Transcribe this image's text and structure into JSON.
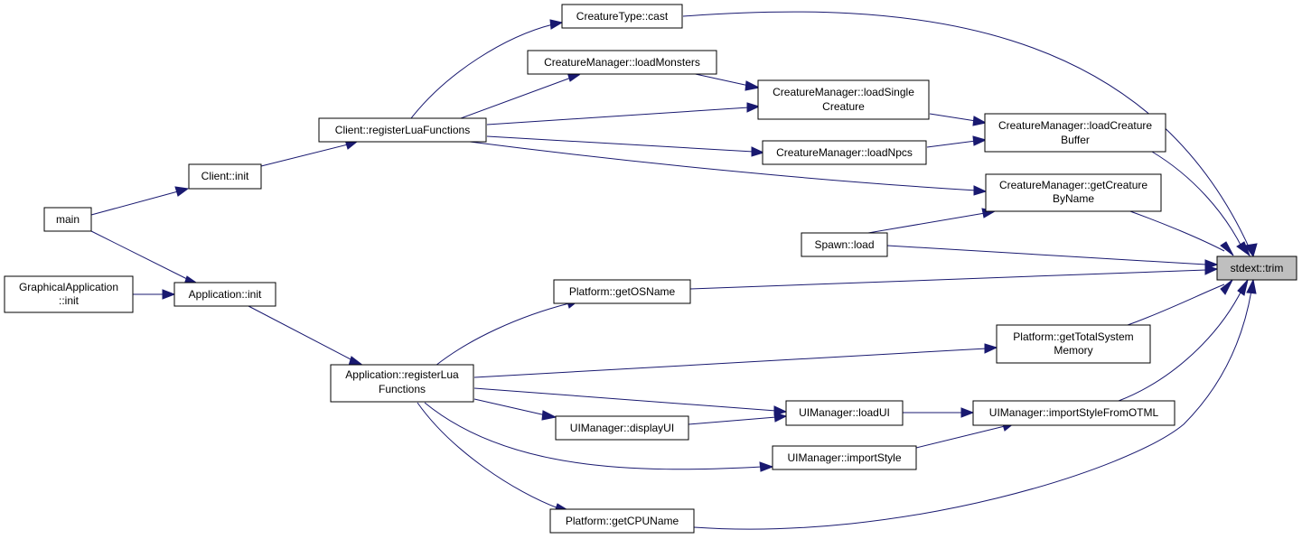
{
  "colors": {
    "edge": "#191970",
    "node_border": "#000000",
    "node_fill": "#ffffff",
    "root_fill": "#bfbfbf"
  },
  "nodes": {
    "stdext_trim": [
      "stdext::trim"
    ],
    "creaturetype_cast": [
      "CreatureType::cast"
    ],
    "creaturemanager_loadmonsters": [
      "CreatureManager::loadMonsters"
    ],
    "creaturemanager_loadsinglecreature": [
      "CreatureManager::loadSingle",
      "Creature"
    ],
    "creaturemanager_loadcreaturebuffer": [
      "CreatureManager::loadCreature",
      "Buffer"
    ],
    "client_registerluafunctions": [
      "Client::registerLuaFunctions"
    ],
    "creaturemanager_loadnpcs": [
      "CreatureManager::loadNpcs"
    ],
    "client_init": [
      "Client::init"
    ],
    "creaturemanager_getcreaturebyname": [
      "CreatureManager::getCreature",
      "ByName"
    ],
    "main": [
      "main"
    ],
    "spawn_load": [
      "Spawn::load"
    ],
    "graphicalapplication_init": [
      "GraphicalApplication",
      "::init"
    ],
    "application_init": [
      "Application::init"
    ],
    "platform_getosname": [
      "Platform::getOSName"
    ],
    "platform_gettotalsystemmemory": [
      "Platform::getTotalSystem",
      "Memory"
    ],
    "application_registerluafunctions": [
      "Application::registerLua",
      "Functions"
    ],
    "uimanager_loadui": [
      "UIManager::loadUI"
    ],
    "uimanager_importstylefromotml": [
      "UIManager::importStyleFromOTML"
    ],
    "uimanager_displayui": [
      "UIManager::displayUI"
    ],
    "uimanager_importstyle": [
      "UIManager::importStyle"
    ],
    "platform_getcpuname": [
      "Platform::getCPUName"
    ]
  }
}
